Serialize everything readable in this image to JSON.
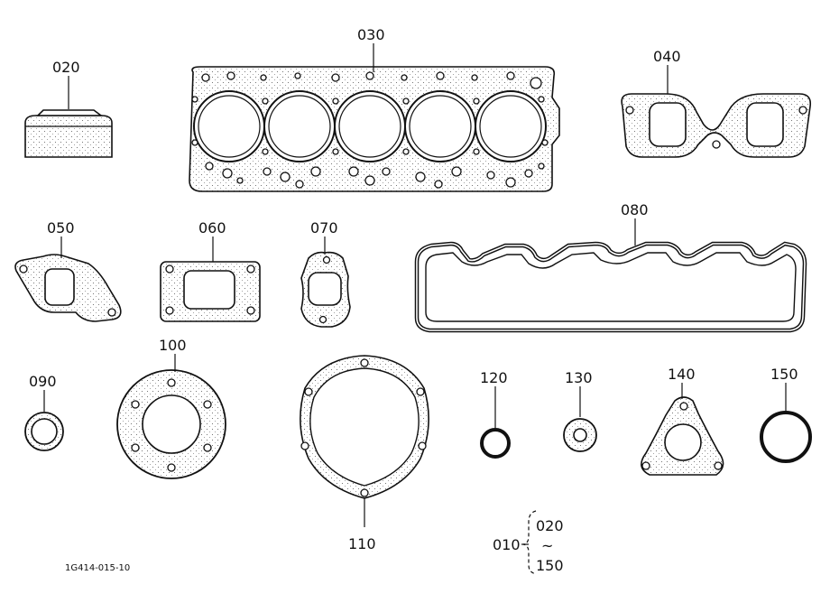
{
  "parts": {
    "p010": "010",
    "p020": "020",
    "p030": "030",
    "p040": "040",
    "p050": "050",
    "p060": "060",
    "p070": "070",
    "p080": "080",
    "p090": "090",
    "p100": "100",
    "p110": "110",
    "p120": "120",
    "p130": "130",
    "p140": "140",
    "p150": "150"
  },
  "range": {
    "from": "020",
    "tilde": "~",
    "to": "150"
  },
  "drawing_number": "1G414-015-10"
}
